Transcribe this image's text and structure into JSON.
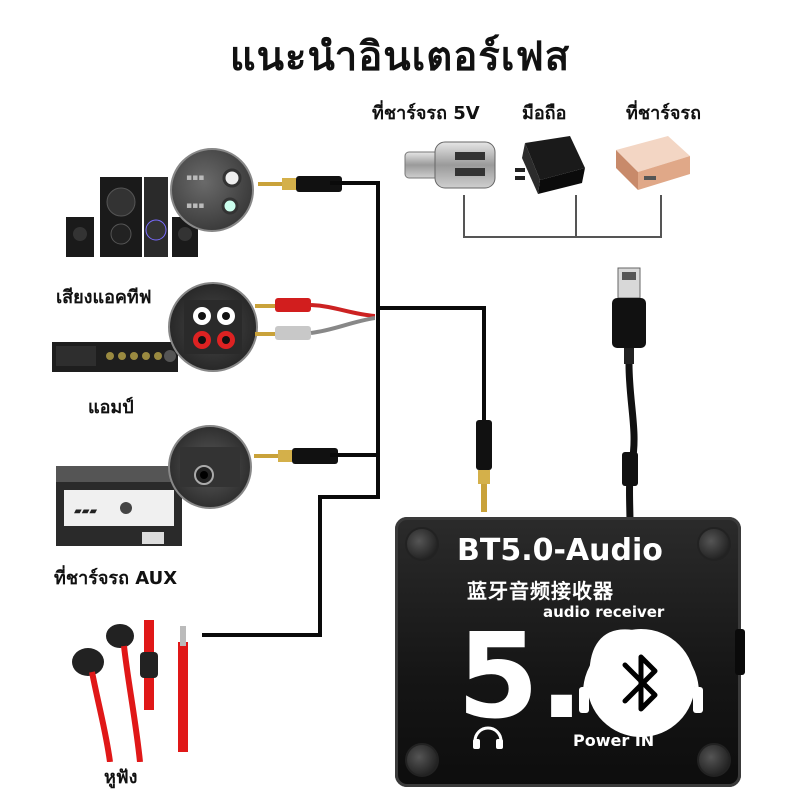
{
  "title": "แนะนำอินเตอร์เฟส",
  "labels": {
    "car_charger": "ที่ชาร์จรถ 5V",
    "phone": "มือถือ",
    "power_bank": "ที่ชาร์จรถ",
    "speaker": "เสียงแอคทีฟ",
    "amp": "แอมป์",
    "car_aux": "ที่ชาร์จรถ AUX",
    "earphone": "หูฟัง"
  },
  "device": {
    "model": "BT5.0-Audio",
    "chinese": "蓝牙音频接收器",
    "subtitle": "audio receiver",
    "version": "5.0",
    "power": "Power IN"
  },
  "icons": {
    "bluetooth": "bluetooth-icon",
    "headphone": "headphone-icon"
  }
}
